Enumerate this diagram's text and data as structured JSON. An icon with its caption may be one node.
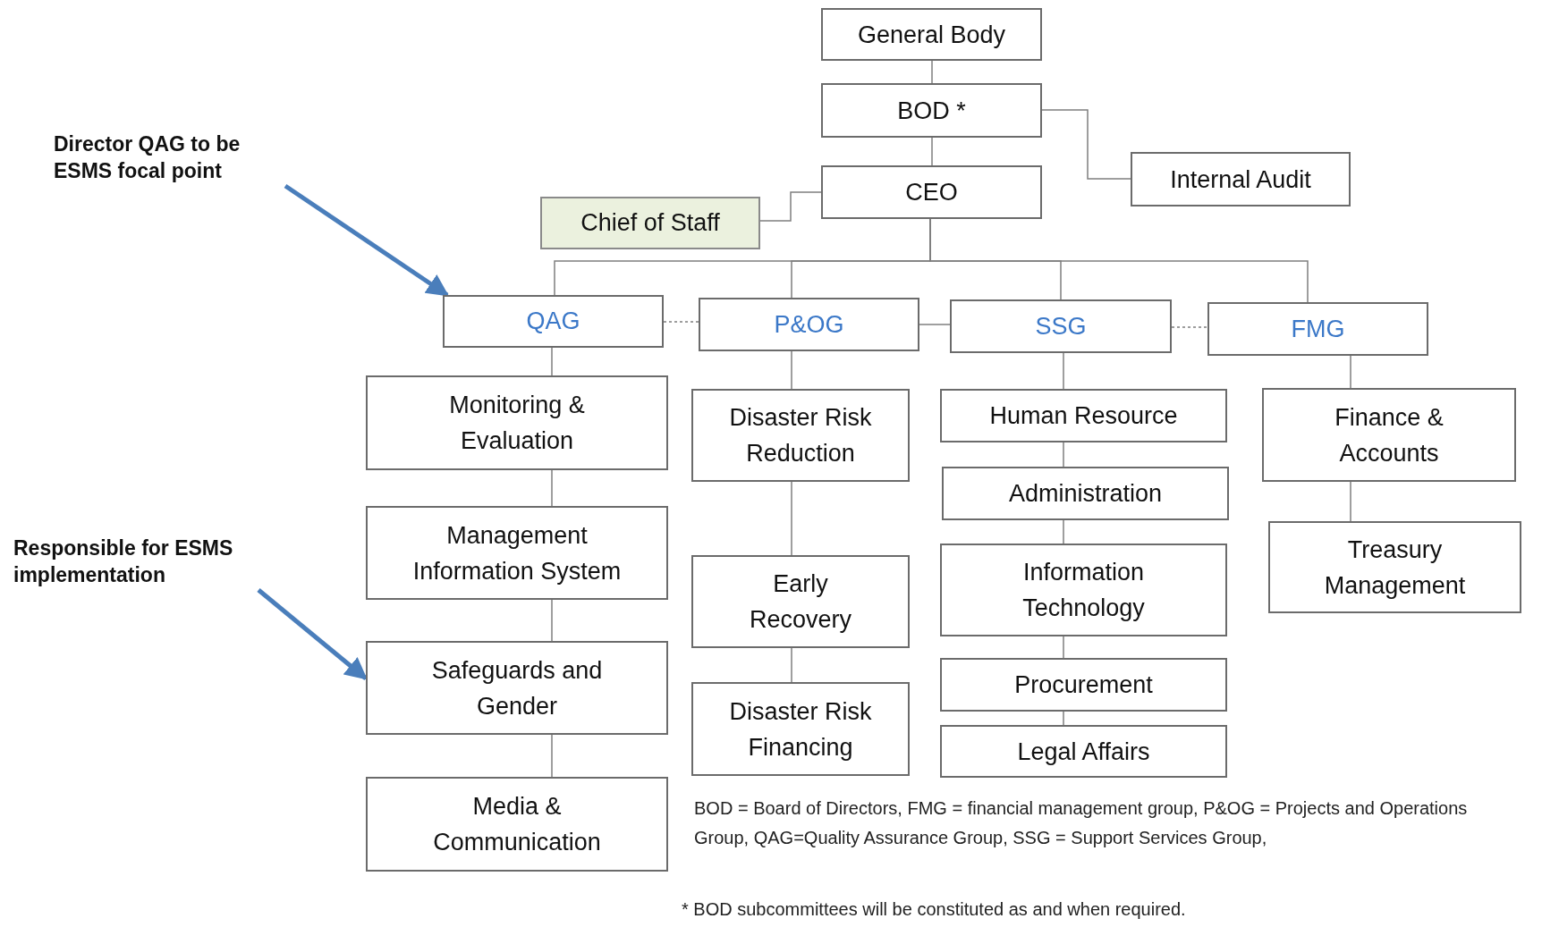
{
  "diagram": {
    "nodes": [
      {
        "text": [
          "General Body"
        ]
      },
      {
        "text": [
          "BOD *"
        ]
      },
      {
        "text": [
          "Internal Audit"
        ]
      },
      {
        "text": [
          "CEO"
        ]
      },
      {
        "text": [
          "Chief of Staff"
        ]
      },
      {
        "text": [
          "QAG"
        ]
      },
      {
        "text": [
          "P&OG"
        ]
      },
      {
        "text": [
          "SSG"
        ]
      },
      {
        "text": [
          "FMG"
        ]
      },
      {
        "text": [
          "Monitoring & Evaluation"
        ]
      },
      {
        "text": [
          "Management Information System"
        ]
      },
      {
        "text": [
          "Safeguards and Gender"
        ]
      },
      {
        "text": [
          "Media & Communication"
        ]
      },
      {
        "text": [
          "Disaster Risk Reduction"
        ]
      },
      {
        "text": [
          "Early Recovery"
        ]
      },
      {
        "text": [
          "Disaster Risk Financing"
        ]
      },
      {
        "text": [
          "Human Resource"
        ]
      },
      {
        "text": [
          "Administration"
        ]
      },
      {
        "text": [
          "Information Technology"
        ]
      },
      {
        "text": [
          "Procurement"
        ]
      },
      {
        "text": [
          "Legal Affairs"
        ]
      },
      {
        "text": [
          "Finance & Accounts"
        ]
      },
      {
        "text": [
          "Treasury Management"
        ]
      },
      {
        "text": [
          "Director QAG to be ESMS focal point"
        ]
      },
      {
        "text": [
          "Responsible for ESMS implementation"
        ]
      }
    ],
    "edges": [
      {
        "from": 0,
        "to": 1,
        "arrow": "none"
      },
      {
        "from": 1,
        "to": 2,
        "arrow": "none"
      },
      {
        "from": 1,
        "to": 3,
        "arrow": "none"
      },
      {
        "from": 3,
        "to": 4,
        "arrow": "none"
      },
      {
        "from": 3,
        "to": 5,
        "arrow": "none"
      },
      {
        "from": 3,
        "to": 6,
        "arrow": "none"
      },
      {
        "from": 3,
        "to": 7,
        "arrow": "none"
      },
      {
        "from": 3,
        "to": 8,
        "arrow": "none"
      },
      {
        "from": 5,
        "to": 6,
        "arrow": "none",
        "style": "dashed"
      },
      {
        "from": 6,
        "to": 7,
        "arrow": "none"
      },
      {
        "from": 7,
        "to": 8,
        "arrow": "none",
        "style": "dashed"
      },
      {
        "from": 5,
        "to": 9,
        "arrow": "none"
      },
      {
        "from": 9,
        "to": 10,
        "arrow": "none"
      },
      {
        "from": 10,
        "to": 11,
        "arrow": "none"
      },
      {
        "from": 11,
        "to": 12,
        "arrow": "none"
      },
      {
        "from": 6,
        "to": 13,
        "arrow": "none"
      },
      {
        "from": 13,
        "to": 14,
        "arrow": "none"
      },
      {
        "from": 14,
        "to": 15,
        "arrow": "none"
      },
      {
        "from": 7,
        "to": 16,
        "arrow": "none"
      },
      {
        "from": 16,
        "to": 17,
        "arrow": "none"
      },
      {
        "from": 17,
        "to": 18,
        "arrow": "none"
      },
      {
        "from": 18,
        "to": 19,
        "arrow": "none"
      },
      {
        "from": 19,
        "to": 20,
        "arrow": "none"
      },
      {
        "from": 8,
        "to": 21,
        "arrow": "none"
      },
      {
        "from": 21,
        "to": 22,
        "arrow": "none"
      },
      {
        "from": 23,
        "to": 5,
        "arrow": "to",
        "style": "thick",
        "color": "#4a7ebb"
      },
      {
        "from": 24,
        "to": 11,
        "arrow": "to",
        "style": "thick",
        "color": "#4a7ebb"
      }
    ],
    "labels": [
      "BOD = Board of Directors, FMG = financial management group, P&OG = Projects and Operations Group, QAG=Quality Assurance Group, SSG = Support Services Group,",
      "* BOD subcommittees  will be constituted as and when required."
    ]
  }
}
